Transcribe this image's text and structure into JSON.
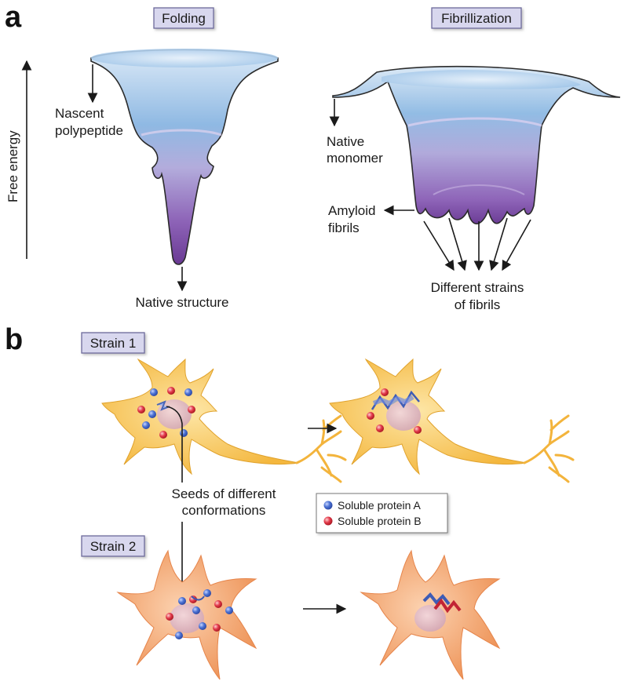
{
  "panel_a": {
    "letter": "a",
    "folding": {
      "title": "Folding",
      "label_nascent_1": "Nascent",
      "label_nascent_2": "polypeptide",
      "label_native": "Native structure"
    },
    "fibrillization": {
      "title": "Fibrillization",
      "label_monomer_1": "Native",
      "label_monomer_2": "monomer",
      "label_amyloid_1": "Amyloid",
      "label_amyloid_2": "fibrils",
      "label_strains_1": "Different strains",
      "label_strains_2": "of fibrils"
    },
    "y_axis_label": "Free energy"
  },
  "panel_b": {
    "letter": "b",
    "strain1_label": "Strain 1",
    "strain2_label": "Strain 2",
    "seeds_label_1": "Seeds of different",
    "seeds_label_2": "conformations",
    "legend": {
      "protein_a": "Soluble protein A",
      "protein_b": "Soluble protein B"
    }
  },
  "colors": {
    "funnel_top": "#bcd6ef",
    "funnel_mid": "#a9a3d6",
    "funnel_bottom": "#7d4fa6",
    "neuron1": "#f7c24f",
    "neuron2": "#f2a066",
    "protein_a": "#3f64c8",
    "protein_b": "#d8283a",
    "label_box": "#d8d7ee"
  }
}
